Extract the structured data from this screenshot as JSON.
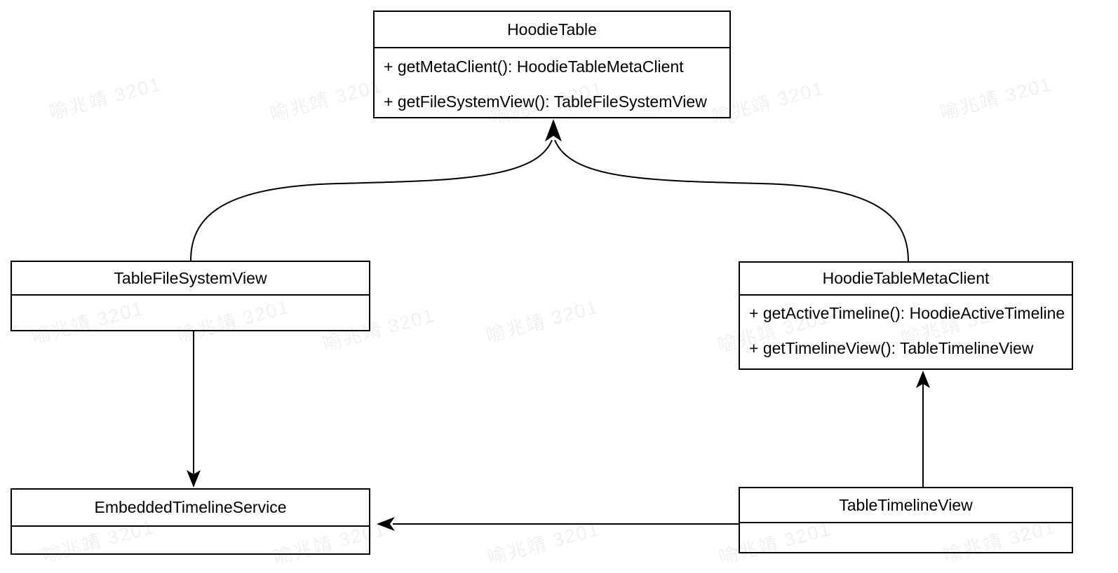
{
  "diagram": {
    "type": "uml-class-diagram",
    "watermark": {
      "text": "喻兆靖 3201",
      "color": "rgba(0,0,0,0.06)"
    },
    "classes": [
      {
        "id": "hoodie-table",
        "title": "HoodieTable",
        "methods": [
          "+ getMetaClient(): HoodieTableMetaClient",
          "+ getFileSystemView(): TableFileSystemView"
        ]
      },
      {
        "id": "table-file-system-view",
        "title": "TableFileSystemView",
        "methods": []
      },
      {
        "id": "hoodie-table-meta-client",
        "title": "HoodieTableMetaClient",
        "methods": [
          "+ getActiveTimeline(): HoodieActiveTimeline",
          "+ getTimelineView(): TableTimelineView"
        ]
      },
      {
        "id": "embedded-timeline-service",
        "title": "EmbeddedTimelineService",
        "methods": []
      },
      {
        "id": "table-timeline-view",
        "title": "TableTimelineView",
        "methods": []
      }
    ],
    "relationships": [
      {
        "from": "TableFileSystemView",
        "to": "HoodieTable",
        "style": "curved-line-solid-arrowhead"
      },
      {
        "from": "HoodieTableMetaClient",
        "to": "HoodieTable",
        "style": "curved-line-solid-arrowhead"
      },
      {
        "from": "TableFileSystemView",
        "to": "EmbeddedTimelineService",
        "style": "straight-line-solid-arrowhead"
      },
      {
        "from": "TableTimelineView",
        "to": "HoodieTableMetaClient",
        "style": "straight-line-solid-arrowhead"
      },
      {
        "from": "TableTimelineView",
        "to": "EmbeddedTimelineService",
        "style": "straight-line-solid-arrowhead"
      }
    ]
  }
}
